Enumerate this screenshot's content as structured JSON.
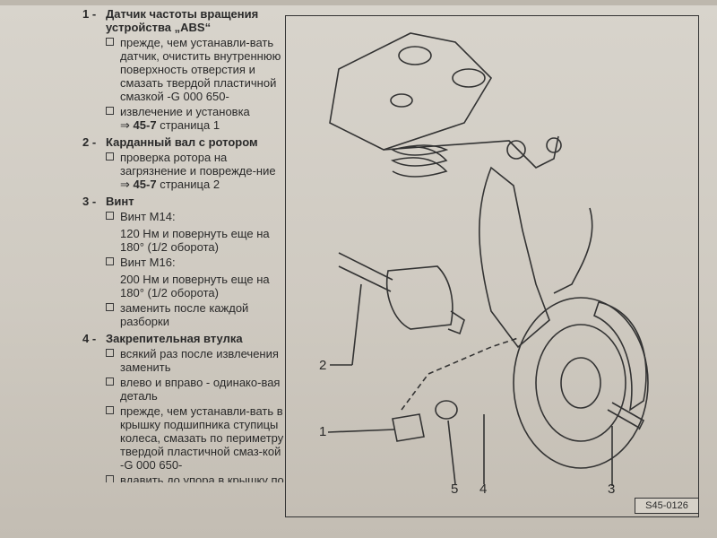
{
  "items": [
    {
      "num": "1 -",
      "title": "Датчик частоты вращения устройства „ABS“",
      "lines": [
        {
          "type": "bullet",
          "text": "прежде, чем устанавли-вать датчик, очистить внутреннюю поверхность отверстия и смазать твердой пластичной смазкой -G 000 650-"
        },
        {
          "type": "bullet",
          "text": "извлечение и установка",
          "ref_arrow": "⇒",
          "ref_num": "45-7",
          "ref_page": "страница 1"
        }
      ]
    },
    {
      "num": "2 -",
      "title": "Карданный вал с ротором",
      "lines": [
        {
          "type": "bullet",
          "text": "проверка ротора на загрязнение и поврежде-ние",
          "ref_arrow": "⇒",
          "ref_num": "45-7",
          "ref_page": "страница 2"
        }
      ]
    },
    {
      "num": "3 -",
      "title": "Винт",
      "lines": [
        {
          "type": "bullet",
          "text": "Винт М14:"
        },
        {
          "type": "plain",
          "text": "120 Нм и повернуть еще на 180° (1/2 оборота)"
        },
        {
          "type": "bullet",
          "text": "Винт М16:"
        },
        {
          "type": "plain",
          "text": "200 Нм и повернуть еще на 180° (1/2 оборота)"
        },
        {
          "type": "bullet",
          "text": "заменить после каждой разборки"
        }
      ]
    },
    {
      "num": "4 -",
      "title": "Закрепительная втулка",
      "lines": [
        {
          "type": "bullet",
          "text": "всякий раз после извлечения заменить"
        },
        {
          "type": "bullet",
          "text": "влево и вправо - одинако-вая деталь"
        },
        {
          "type": "bullet",
          "text": "прежде, чем устанавли-вать в крышку подшипника ступицы колеса, смазать по периметру твердой пластичной смаз-кой -G 000 650-"
        },
        {
          "type": "bullet",
          "text": "вдавить до упора в крышку подшипника ступицы колеса"
        }
      ]
    }
  ],
  "figure": {
    "code": "S45-0126",
    "callouts": [
      "1",
      "2",
      "3",
      "4",
      "5"
    ]
  }
}
